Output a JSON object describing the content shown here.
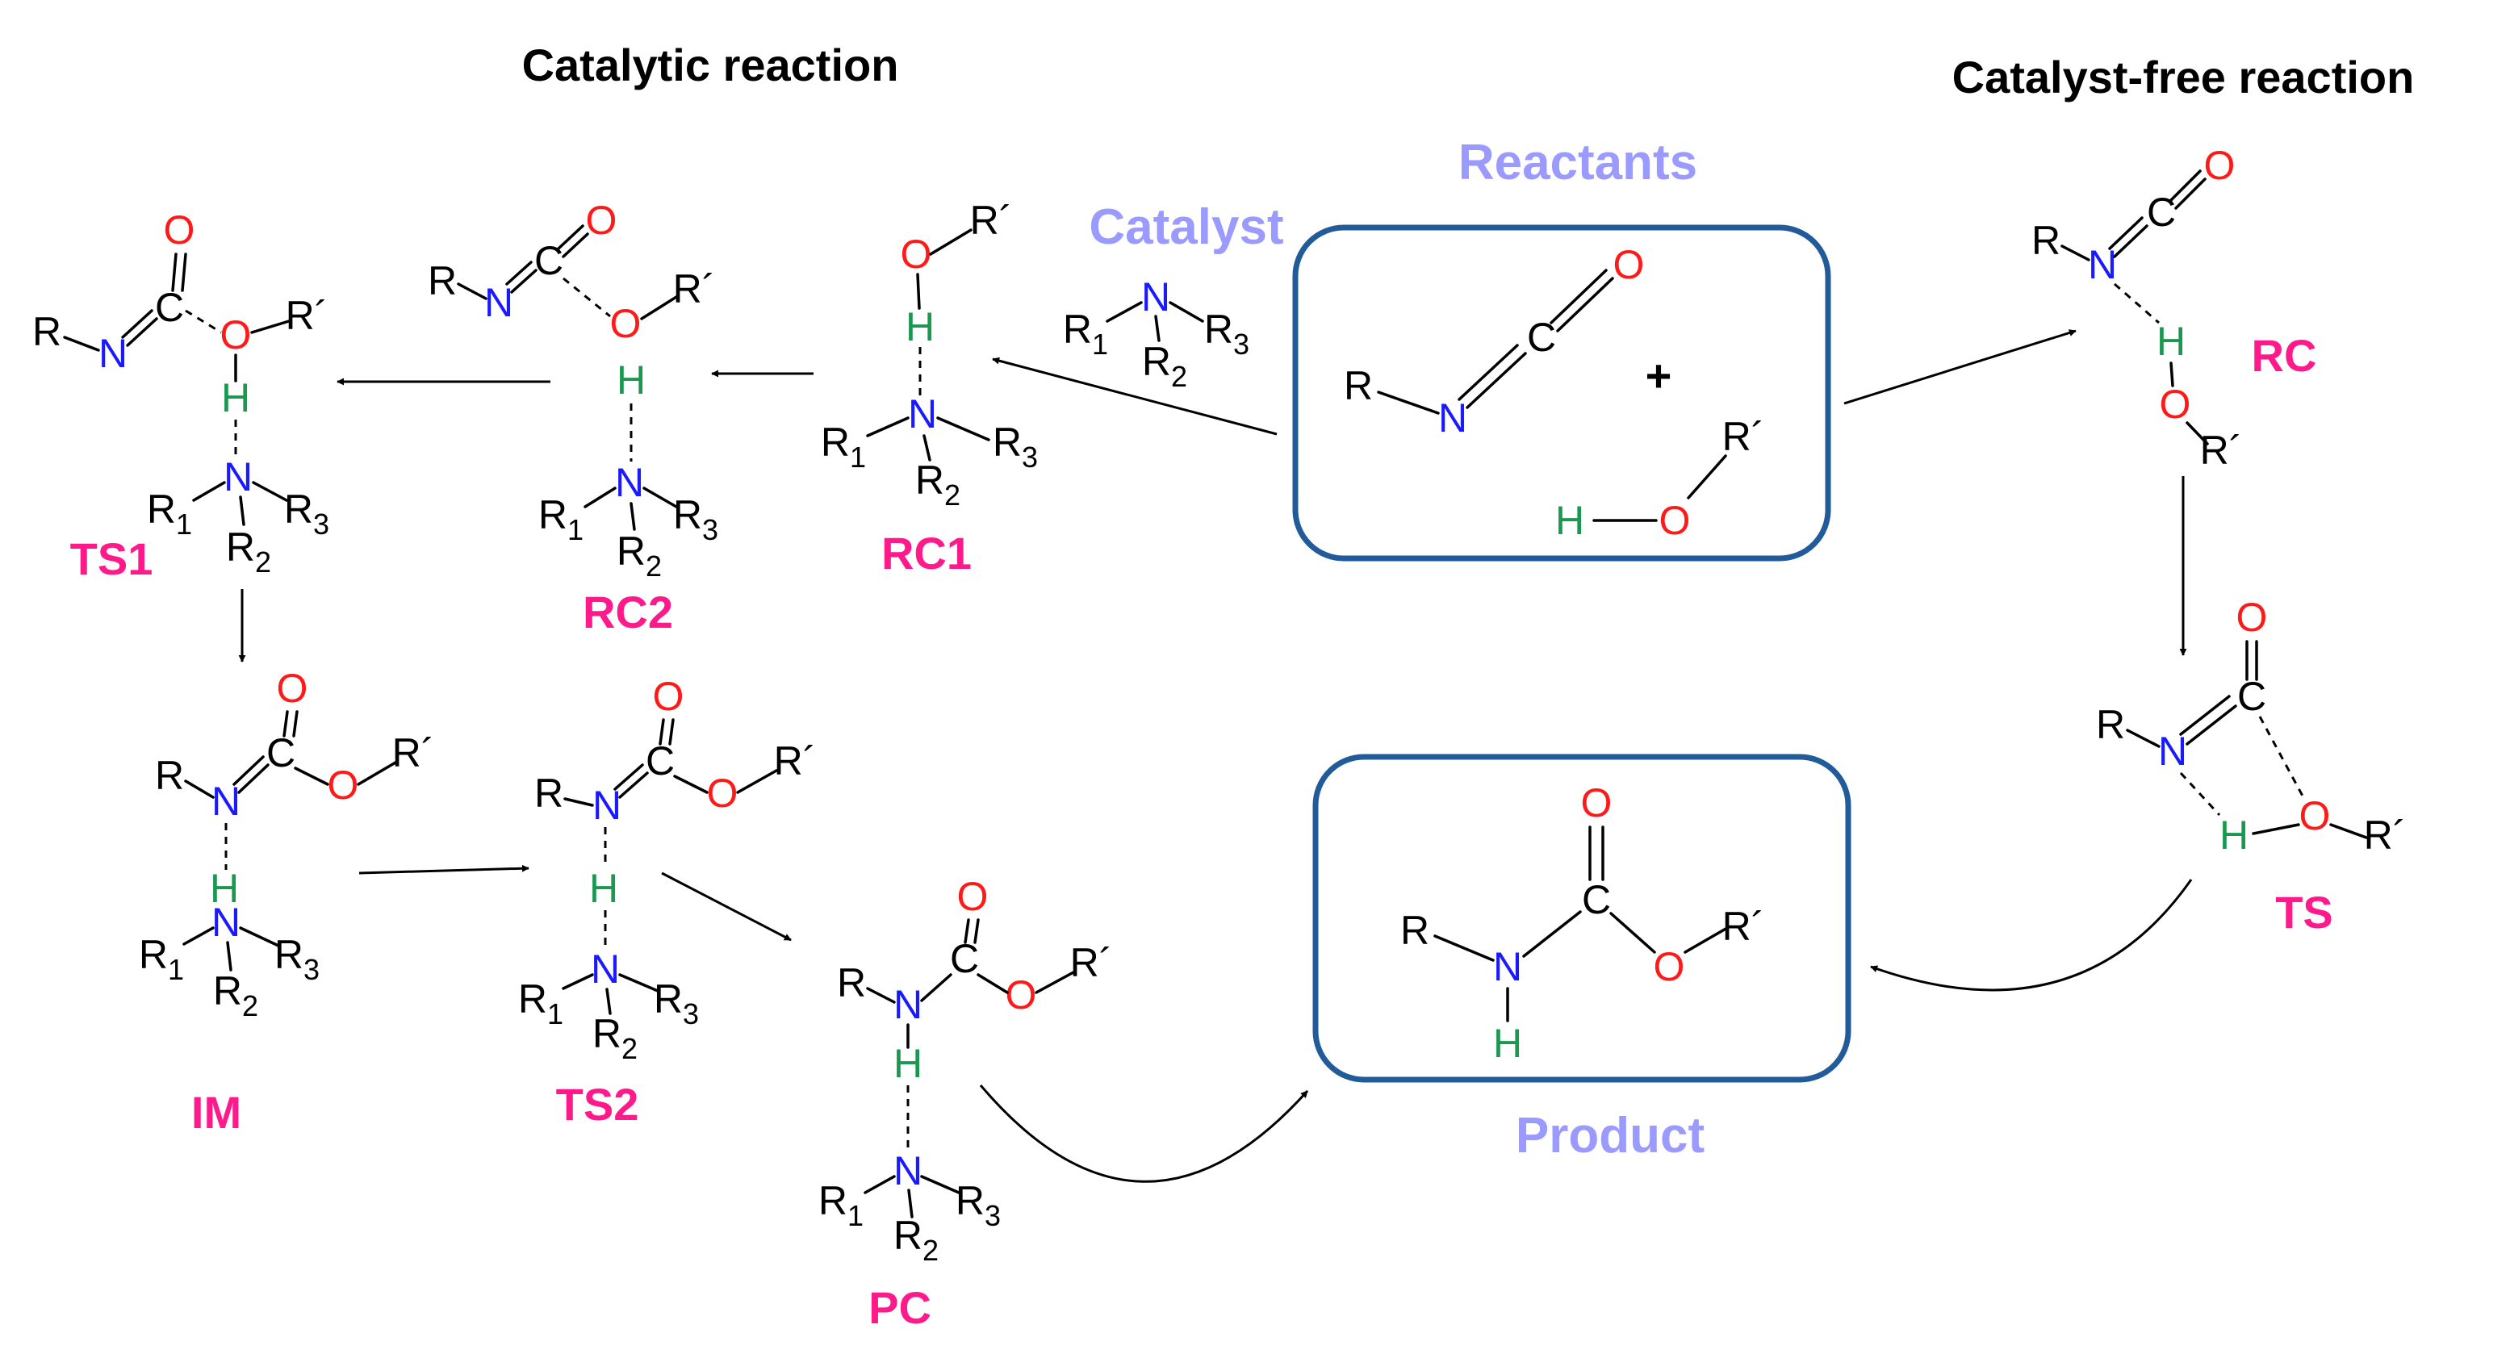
{
  "headings": {
    "catalytic": "Catalytic reaction",
    "catalyst_free": "Catalyst-free reaction"
  },
  "labels": {
    "reactants": "Reactants",
    "product": "Product",
    "catalyst": "Catalyst"
  },
  "species": {
    "rc1": "RC1",
    "rc2": "RC2",
    "ts1": "TS1",
    "im": "IM",
    "ts2": "TS2",
    "pc": "PC",
    "rc": "RC",
    "ts": "TS"
  },
  "atoms": {
    "R": "R",
    "R_prime": "R´",
    "R1": "R",
    "R2": "R",
    "R3": "R",
    "sub1": "1",
    "sub2": "2",
    "sub3": "3",
    "N": "N",
    "C": "C",
    "O": "O",
    "H": "H",
    "plus": "+"
  },
  "colors": {
    "oxygen": "#ff1a1a",
    "nitrogen": "#1a1aff",
    "hydrogen": "#1a9850",
    "box_border": "#225b9a",
    "phase_label": "#9a9aff",
    "species_label": "#ff1a8c"
  }
}
